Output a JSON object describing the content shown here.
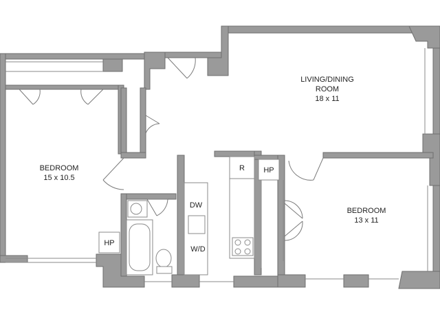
{
  "rooms": {
    "living": {
      "name_line1": "LIVING/DINING",
      "name_line2": "ROOM",
      "size": "18 x 11"
    },
    "bedroom_left": {
      "name": "BEDROOM",
      "size": "15 x 10.5"
    },
    "bedroom_right": {
      "name": "BEDROOM",
      "size": "13 x 11"
    }
  },
  "labels": {
    "hp_left": "HP",
    "hp_center": "HP",
    "refrigerator": "R",
    "dishwasher": "DW",
    "washer_dryer": "W/D"
  },
  "colors": {
    "wall_fill": "#9a9a9a",
    "wall_stroke": "#6e6e6e",
    "line": "#8a8a8a",
    "text": "#222222"
  }
}
